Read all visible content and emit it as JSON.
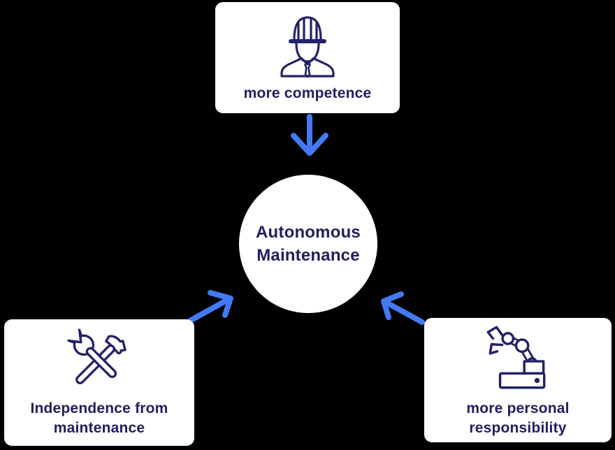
{
  "center_node": {
    "label": "Autonomous Maintenance"
  },
  "nodes": [
    {
      "id": "top",
      "label": "more competence",
      "icon": "worker-hardhat-icon"
    },
    {
      "id": "bottom-left",
      "label": "Independence from maintenance",
      "icon": "wrench-hammer-icon"
    },
    {
      "id": "bottom-right",
      "label": "more personal responsibility",
      "icon": "robot-arm-icon"
    }
  ],
  "colors": {
    "background": "#000000",
    "node_background": "#ffffff",
    "text": "#211e62",
    "icon_stroke": "#232268",
    "arrow": "#4379f4"
  }
}
